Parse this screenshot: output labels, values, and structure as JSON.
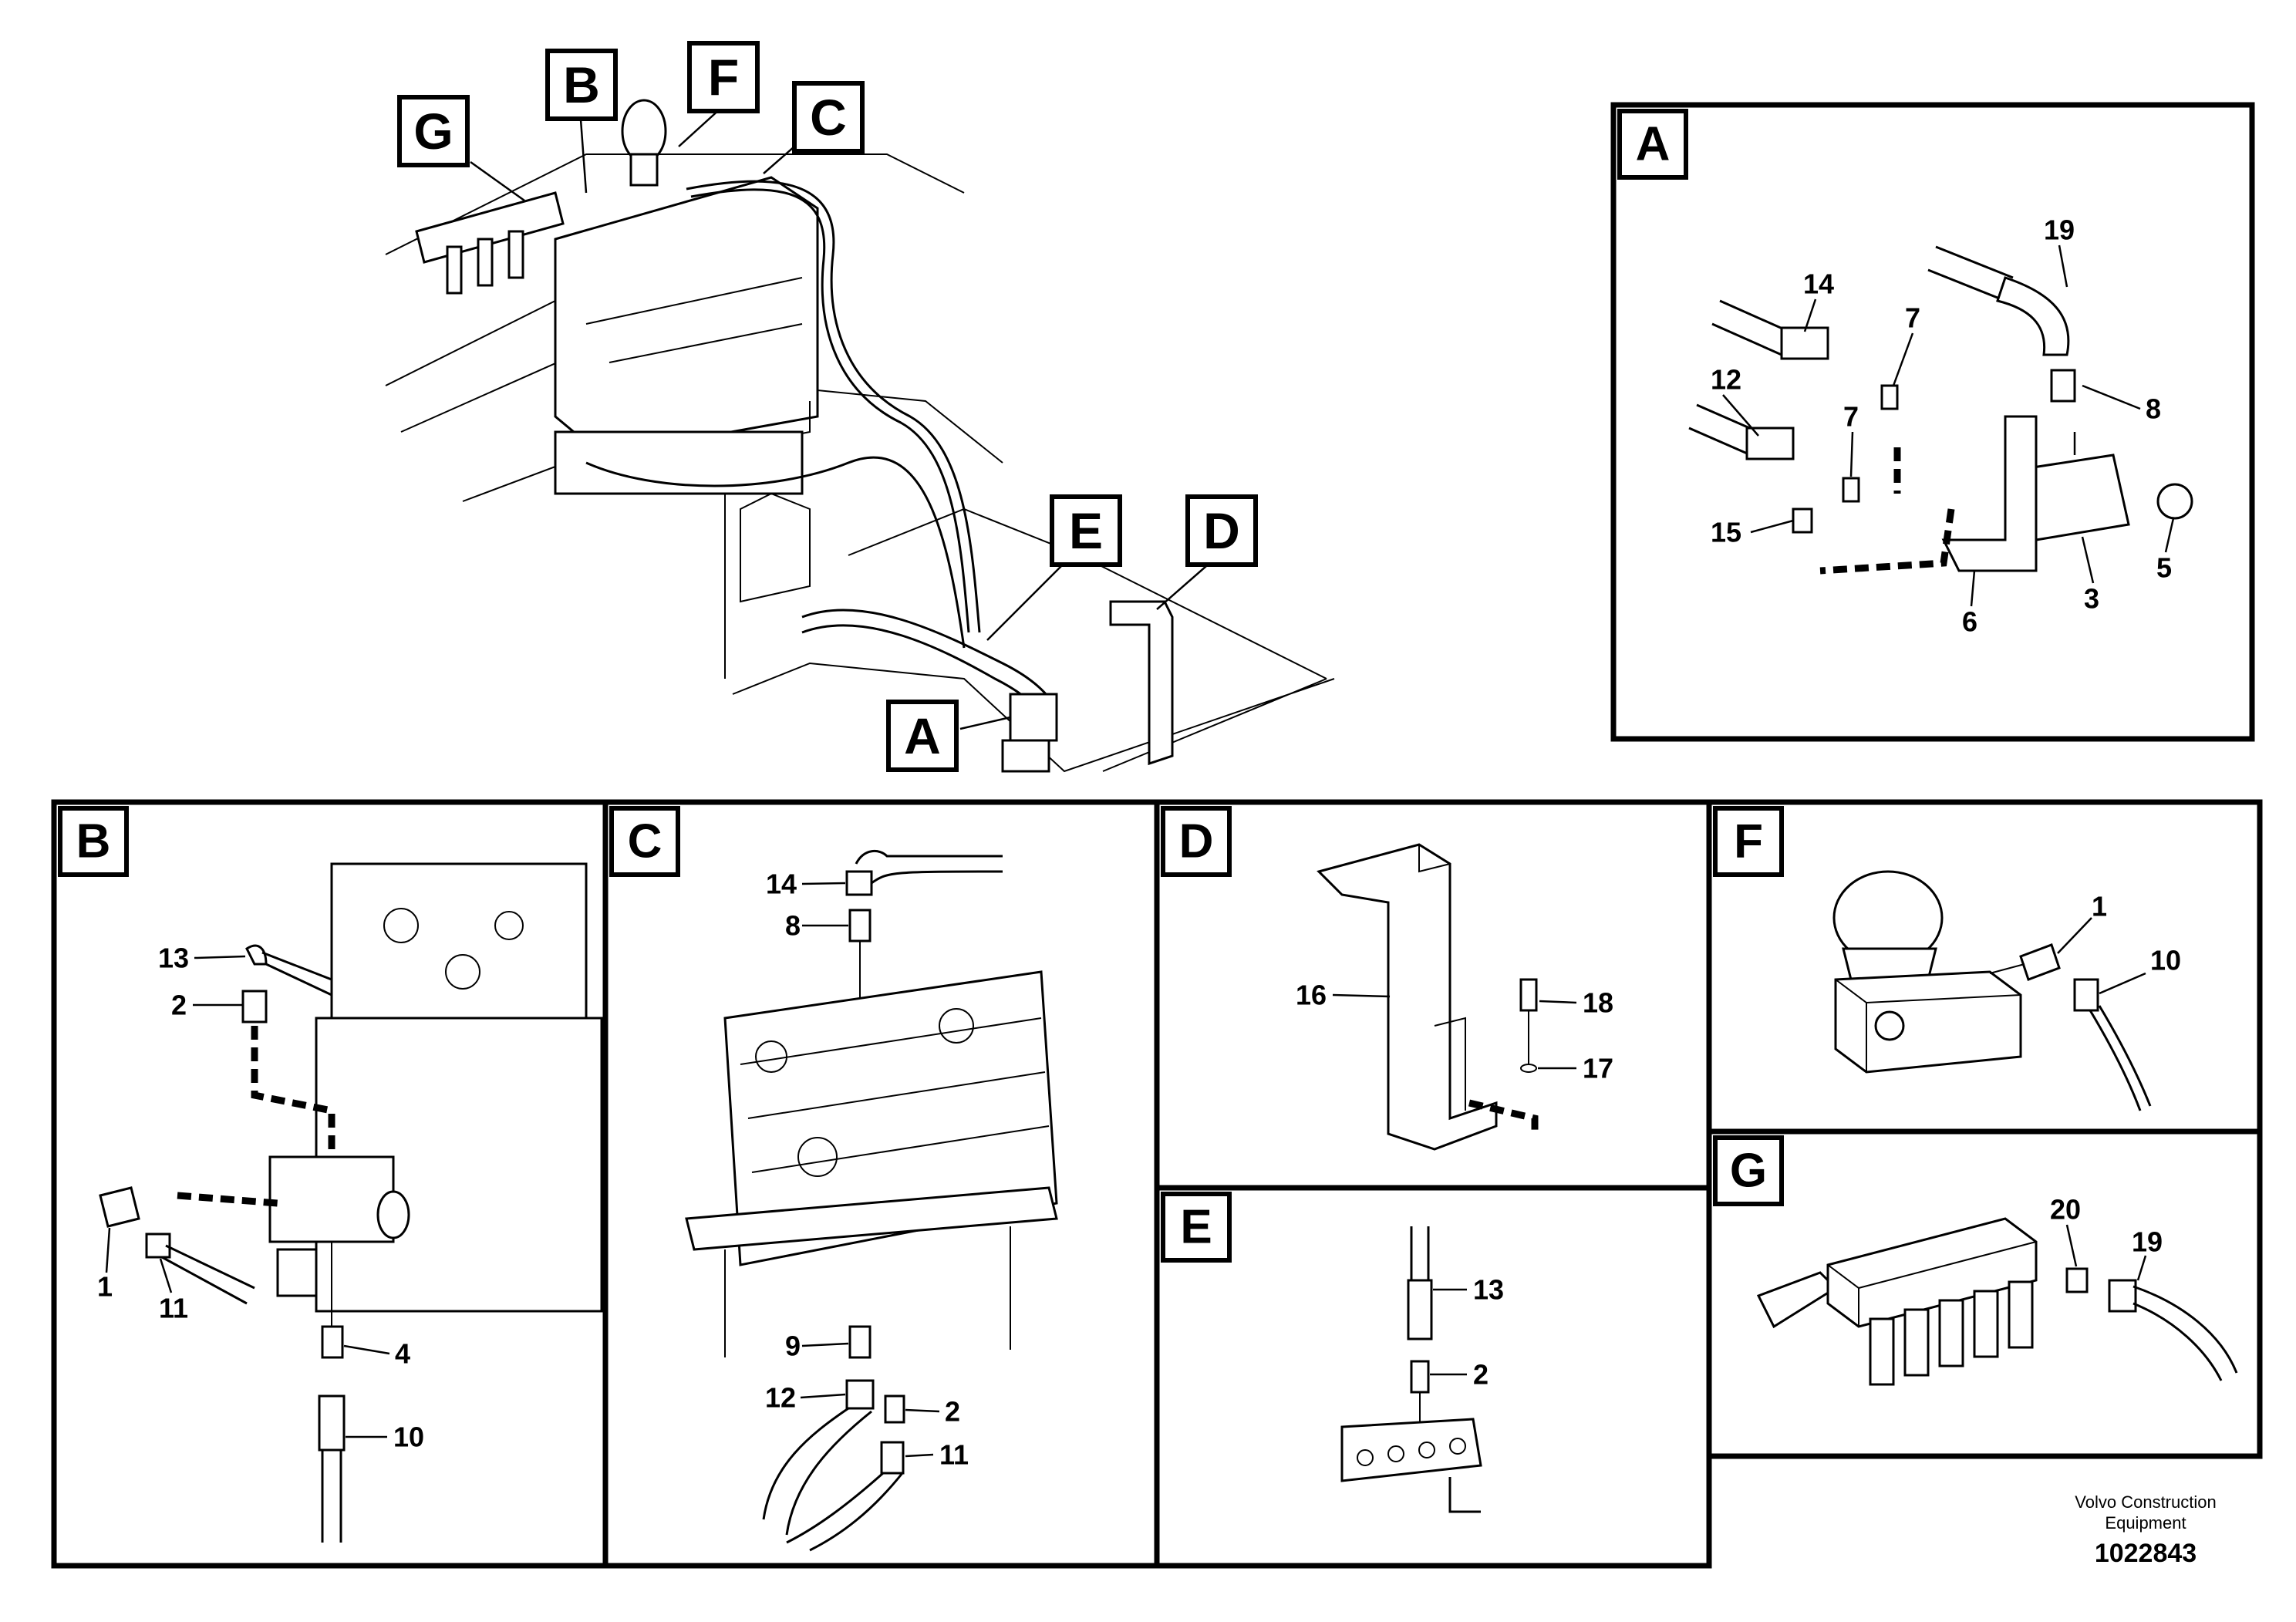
{
  "overview": {
    "callouts": [
      "G",
      "B",
      "F",
      "C",
      "E",
      "D",
      "A"
    ]
  },
  "panels": {
    "A": {
      "letter": "A",
      "labels": [
        "19",
        "14",
        "7",
        "8",
        "12",
        "7",
        "15",
        "5",
        "3",
        "6"
      ]
    },
    "B": {
      "letter": "B",
      "labels": [
        "13",
        "2",
        "1",
        "11",
        "4",
        "10"
      ]
    },
    "C": {
      "letter": "C",
      "labels": [
        "14",
        "8",
        "9",
        "12",
        "2",
        "11"
      ]
    },
    "D": {
      "letter": "D",
      "labels": [
        "16",
        "18",
        "17"
      ]
    },
    "E": {
      "letter": "E",
      "labels": [
        "13",
        "2"
      ]
    },
    "F": {
      "letter": "F",
      "labels": [
        "1",
        "10"
      ]
    },
    "G": {
      "letter": "G",
      "labels": [
        "20",
        "19"
      ]
    }
  },
  "footer": {
    "company_line1": "Volvo Construction",
    "company_line2": "Equipment",
    "drawing_id": "1022843"
  }
}
